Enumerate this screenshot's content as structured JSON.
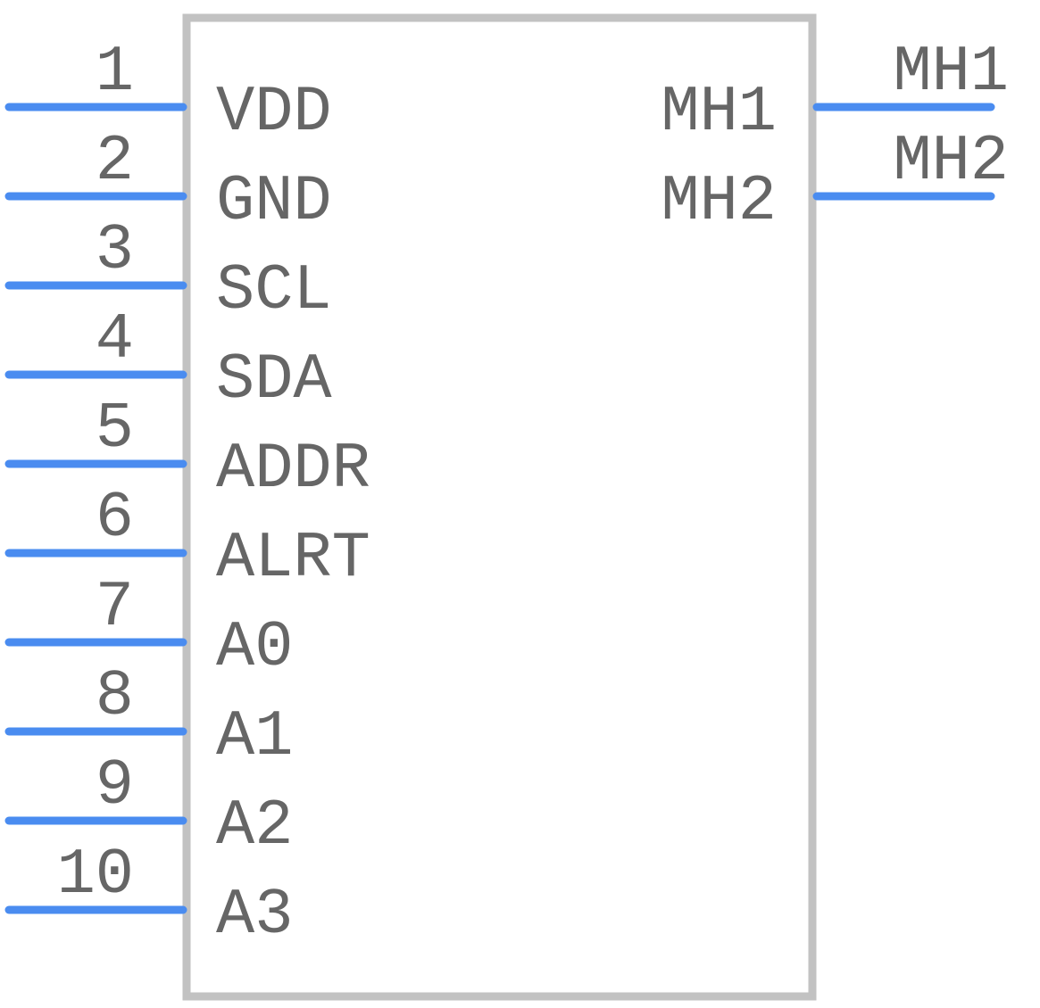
{
  "symbol": {
    "body_stroke": "#c2c2c2",
    "pin_color": "#4a8cf0",
    "text_color": "#666666"
  },
  "left_pins": [
    {
      "number": "1",
      "name": "VDD"
    },
    {
      "number": "2",
      "name": "GND"
    },
    {
      "number": "3",
      "name": "SCL"
    },
    {
      "number": "4",
      "name": "SDA"
    },
    {
      "number": "5",
      "name": "ADDR"
    },
    {
      "number": "6",
      "name": "ALRT"
    },
    {
      "number": "7",
      "name": "A0"
    },
    {
      "number": "8",
      "name": "A1"
    },
    {
      "number": "9",
      "name": "A2"
    },
    {
      "number": "10",
      "name": "A3"
    }
  ],
  "right_pins": [
    {
      "number": "MH1",
      "name": "MH1"
    },
    {
      "number": "MH2",
      "name": "MH2"
    }
  ]
}
